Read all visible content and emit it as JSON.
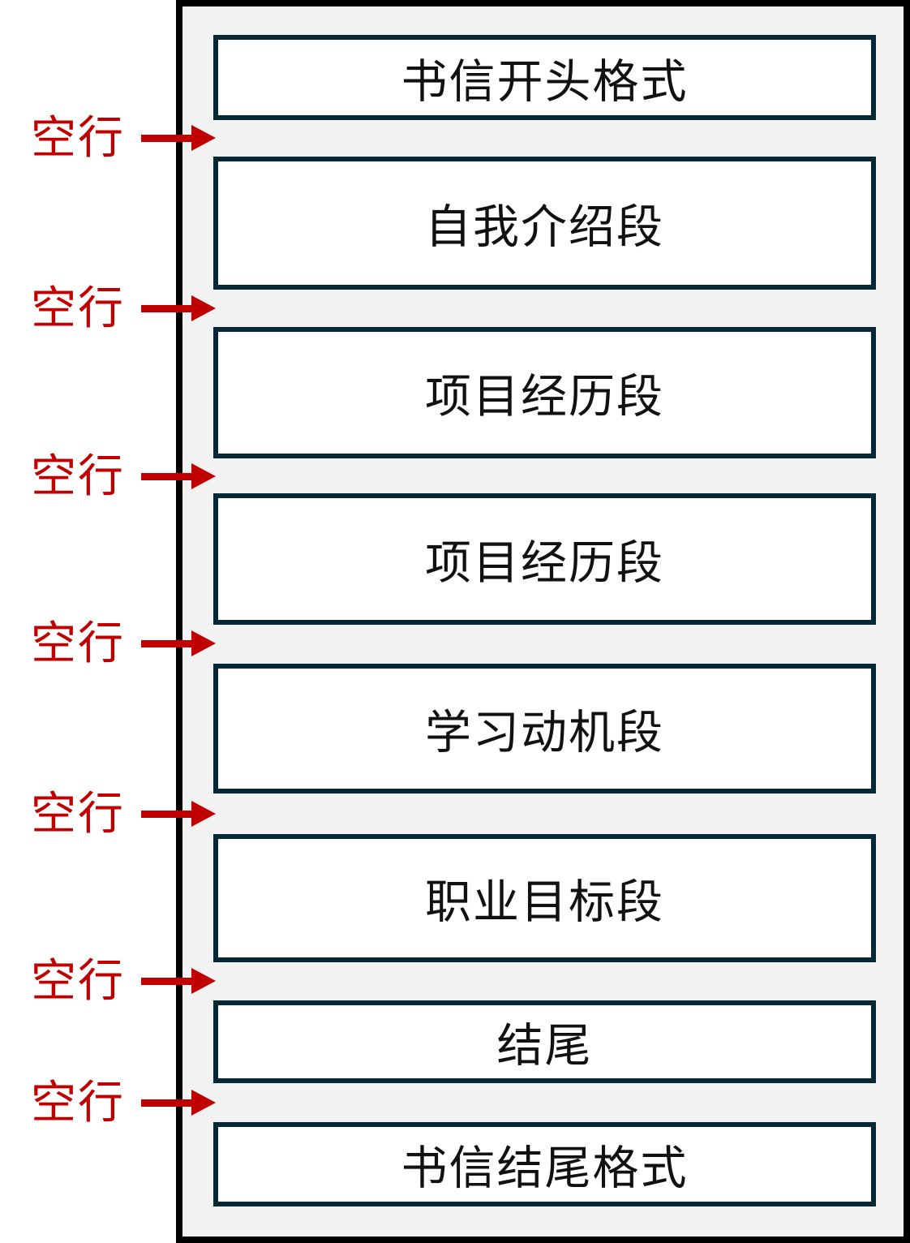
{
  "diagram": {
    "title": "letter-structure-diagram",
    "sections": [
      {
        "label": "书信开头格式"
      },
      {
        "label": "自我介绍段"
      },
      {
        "label": "项目经历段"
      },
      {
        "label": "项目经历段"
      },
      {
        "label": "学习动机段"
      },
      {
        "label": "职业目标段"
      },
      {
        "label": "结尾"
      },
      {
        "label": "书信结尾格式"
      }
    ],
    "annotations": [
      "空行",
      "空行",
      "空行",
      "空行",
      "空行",
      "空行",
      "空行"
    ],
    "colors": {
      "annotation_red": "#c00000",
      "box_border": "#062836",
      "frame_border": "#000000",
      "frame_background": "#f2f2f2",
      "box_background": "#ffffff",
      "text": "#111111"
    }
  }
}
